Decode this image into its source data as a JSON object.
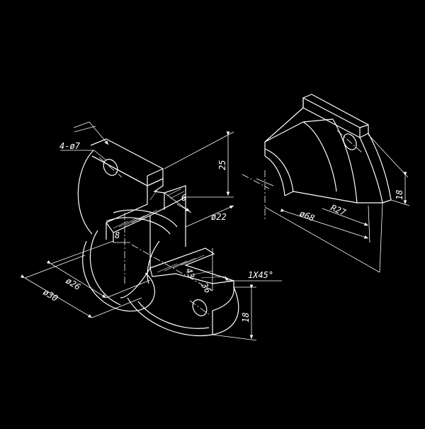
{
  "drawing": {
    "background": "#000000",
    "line_color": "#ffffff",
    "labels": {
      "holes": "4-ø7",
      "height_25": "25",
      "dim_6": "6",
      "dia_22": "ø22",
      "dim_8": "8",
      "dia_26": "ø26",
      "dia_30": "ø30",
      "chamfer": "1X45°",
      "dim_36": "36",
      "dim_43": "43",
      "height_18_left": "18",
      "radius_27": "R27",
      "dia_68": "ø68",
      "height_18_right": "18"
    }
  }
}
